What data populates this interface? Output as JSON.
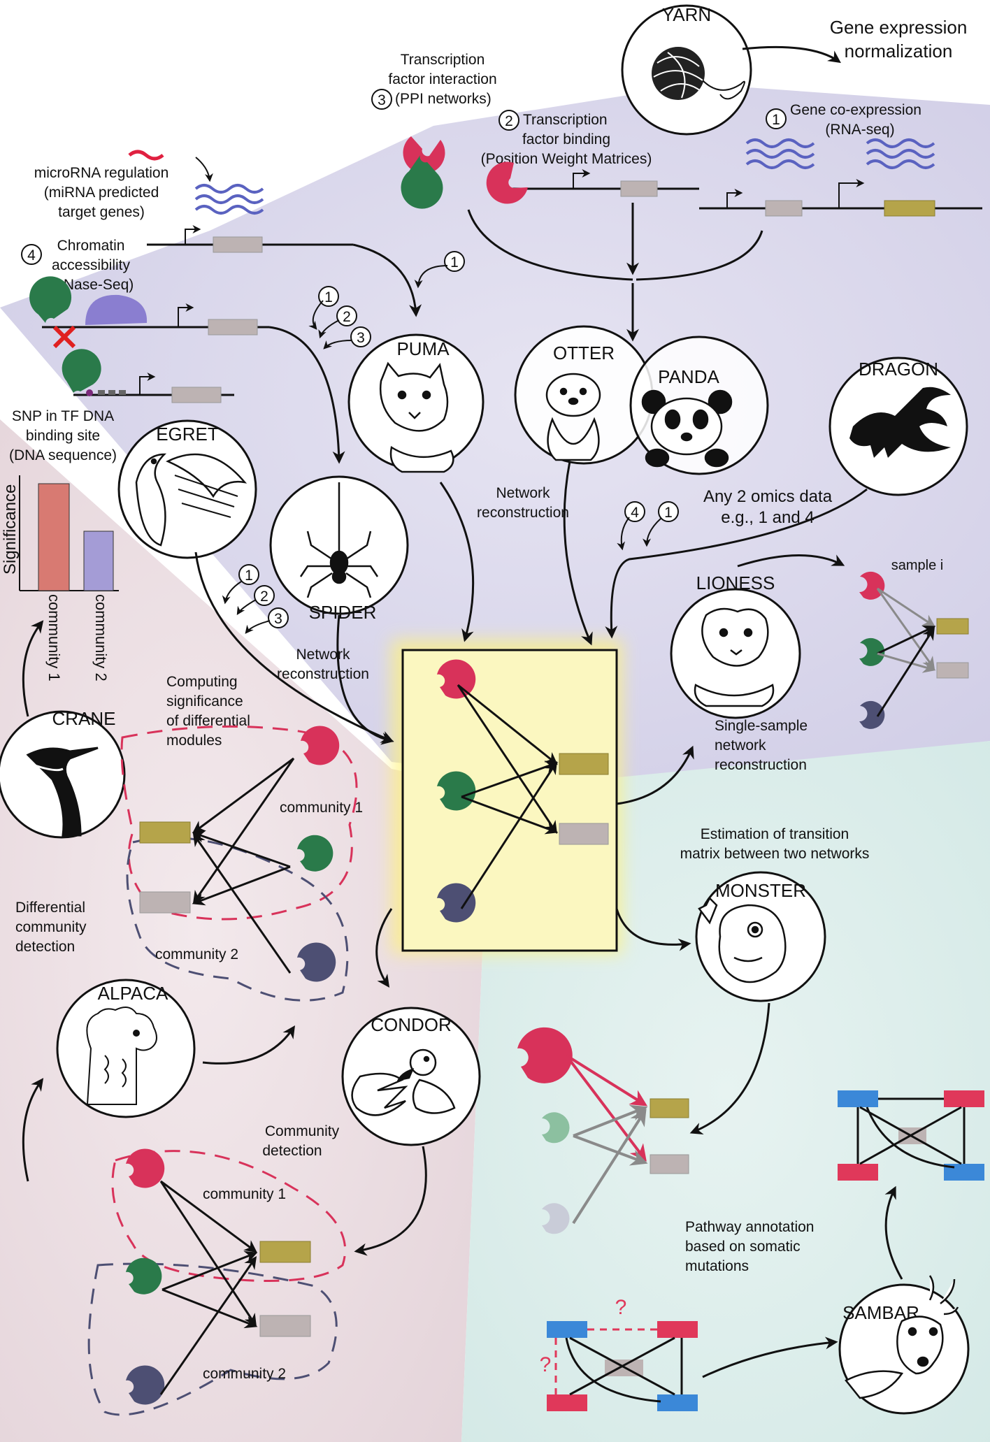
{
  "tools": {
    "yarn": "YARN",
    "puma": "PUMA",
    "otter": "OTTER",
    "panda": "PANDA",
    "dragon": "DRAGON",
    "egret": "EGRET",
    "spider": "SPIDER",
    "lioness": "LIONESS",
    "crane": "CRANE",
    "alpaca": "ALPACA",
    "condor": "CONDOR",
    "monster": "MONSTER",
    "sambar": "SAMBAR"
  },
  "labels": {
    "gene_expr_norm_1": "Gene expression",
    "gene_expr_norm_2": "normalization",
    "tf_interaction_1": "Transcription",
    "tf_interaction_2": "factor interaction",
    "tf_interaction_3": "(PPI networks)",
    "tf_binding_1": "Transcription",
    "tf_binding_2": "factor binding",
    "tf_binding_3": "(Position Weight Matrices)",
    "coexpr_1": "Gene co-expression",
    "coexpr_2": "(RNA-seq)",
    "mirna_1": "microRNA regulation",
    "mirna_2": "(miRNA predicted",
    "mirna_3": "target genes)",
    "chromatin_1": "Chromatin",
    "chromatin_2": "accessibility",
    "chromatin_3": "(DNase-Seq)",
    "snp_1": "SNP in TF DNA",
    "snp_2": "binding site",
    "snp_3": "(DNA sequence)",
    "significance": "Significance",
    "community1_axis": "community 1",
    "community2_axis": "community 2",
    "network_recon_1": "Network",
    "network_recon_2": "reconstruction",
    "any2omics_1": "Any 2 omics data",
    "any2omics_2": "e.g., 1 and 4",
    "sample_i": "sample i",
    "single_sample_1": "Single-sample",
    "single_sample_2": "network",
    "single_sample_3": "reconstruction",
    "computing_sig_1": "Computing",
    "computing_sig_2": "significance",
    "computing_sig_3": "of differential",
    "computing_sig_4": "modules",
    "community1": "community 1",
    "community2": "community 2",
    "diff_comm_1": "Differential",
    "diff_comm_2": "community",
    "diff_comm_3": "detection",
    "transition_1": "Estimation of transition",
    "transition_2": "matrix between two networks",
    "comm_detect_1": "Community",
    "comm_detect_2": "detection",
    "pathway_1": "Pathway annotation",
    "pathway_2": "based on somatic",
    "pathway_3": "mutations",
    "question": "?"
  },
  "numbers": {
    "one": "1",
    "two": "2",
    "three": "3",
    "four": "4"
  },
  "colors": {
    "tf_red": "#d8325a",
    "tf_green": "#2a7a4a",
    "tf_navy": "#4d4f73",
    "gene_gold": "#b5a44a",
    "gene_grey": "#bdb3b3",
    "rna_blue": "#5a62c0",
    "mirna_red": "#e02040",
    "lavender_bg": "#dcd9ec",
    "pink_bg": "#ecdfe3",
    "teal_bg": "#dcefec",
    "center_box": "#fbf7c0",
    "sambar_red": "#e0385a",
    "sambar_blue": "#3b88d8"
  }
}
